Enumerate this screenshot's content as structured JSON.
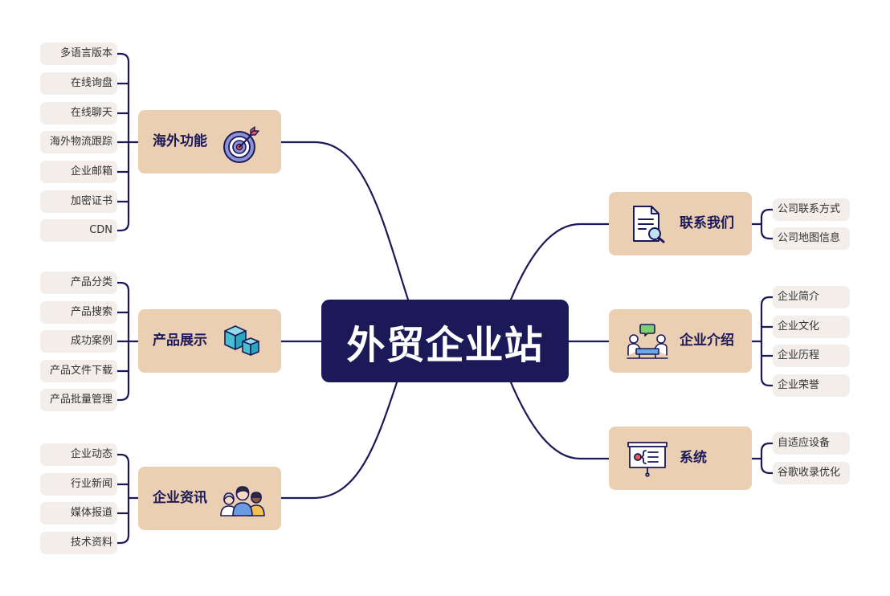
{
  "center": {
    "title": "外贸企业站"
  },
  "branches": {
    "left": [
      {
        "label": "海外功能",
        "icon": "target-icon",
        "items": [
          "多语言版本",
          "在线询盘",
          "在线聊天",
          "海外物流跟踪",
          "企业邮箱",
          "加密证书",
          "CDN"
        ]
      },
      {
        "label": "产品展示",
        "icon": "cubes-icon",
        "items": [
          "产品分类",
          "产品搜索",
          "成功案例",
          "产品文件下载",
          "产品批量管理"
        ]
      },
      {
        "label": "企业资讯",
        "icon": "people-icon",
        "items": [
          "企业动态",
          "行业新闻",
          "媒体报道",
          "技术资料"
        ]
      }
    ],
    "right": [
      {
        "label": "联系我们",
        "icon": "document-search-icon",
        "items": [
          "公司联系方式",
          "公司地图信息"
        ]
      },
      {
        "label": "企业介绍",
        "icon": "meeting-icon",
        "items": [
          "企业简介",
          "企业文化",
          "企业历程",
          "企业荣誉"
        ]
      },
      {
        "label": "系统",
        "icon": "presentation-board-icon",
        "items": [
          "自适应设备",
          "谷歌收录优化"
        ]
      }
    ]
  },
  "colors": {
    "center_fill": "#1c1958",
    "branch_fill": "#ebcfb3",
    "leaf_fill": "#f3eeea",
    "line": "#1c1958"
  }
}
